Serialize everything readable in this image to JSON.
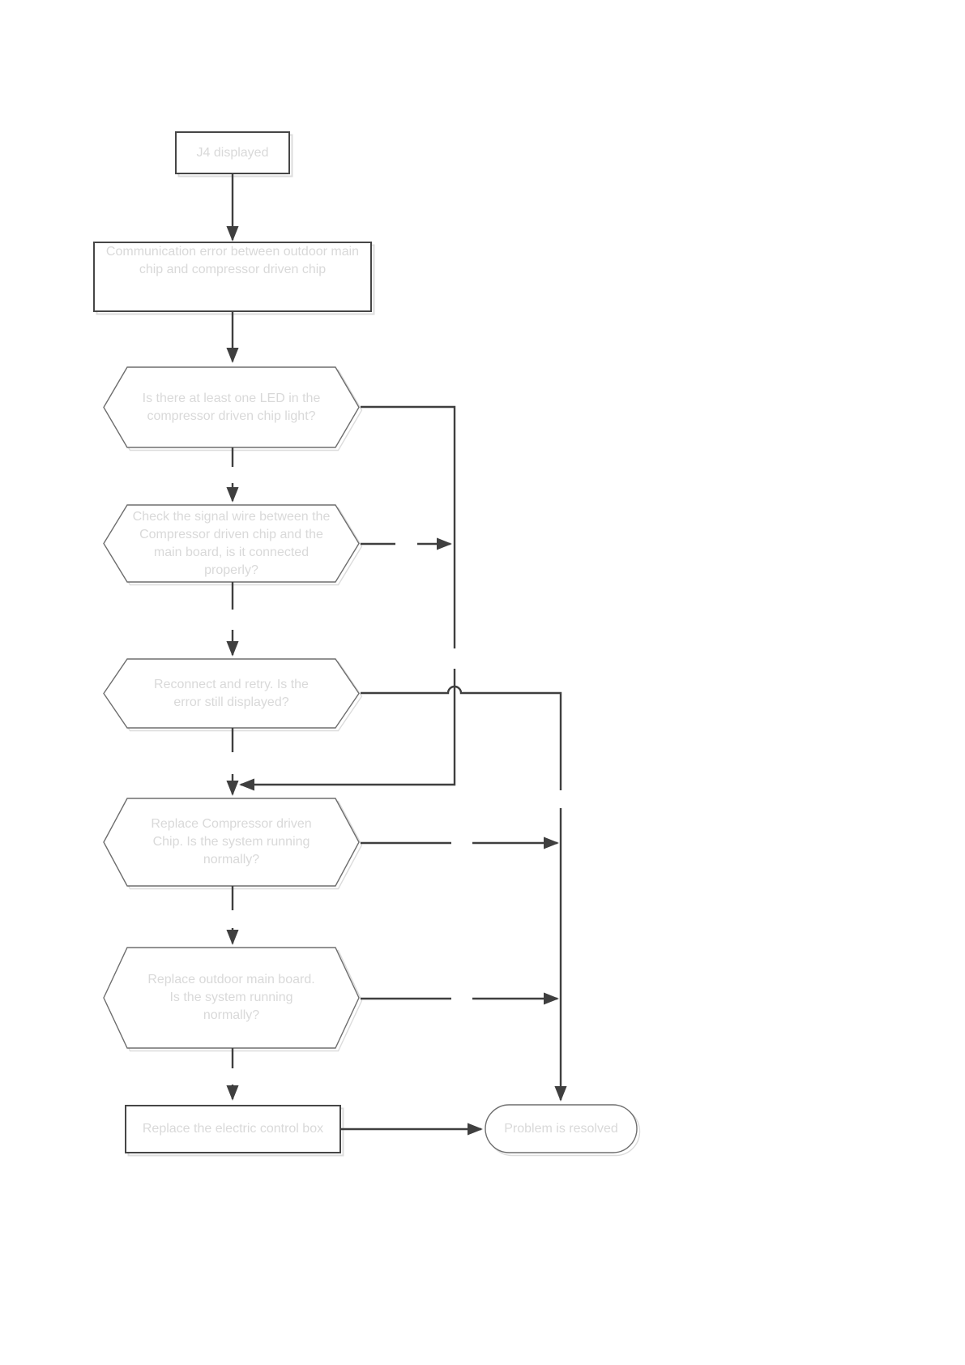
{
  "page": {
    "title": "Error J4 troubleshooting flowchart",
    "background": "#ffffff"
  },
  "colors": {
    "connector": "#3f3f3f",
    "border_dark": "#464646",
    "border_light": "#6e6e6e",
    "shadow": "#dcdcdc",
    "text": "#d9d9d9",
    "fill": "#ffffff",
    "page_bg": "#ffffff"
  },
  "nodes": {
    "start": {
      "type": "process",
      "label": "J4 displayed"
    },
    "error": {
      "type": "process",
      "label": "Communication error between outdoor main chip and compressor driven chip",
      "lines": [
        "Communication error between outdoor main",
        "chip and compressor driven chip"
      ]
    },
    "led_check": {
      "type": "decision",
      "label": "Is there at least one LED in the compressor driven chip light?",
      "lines": [
        "Is there at least one LED in the",
        "compressor driven chip light?"
      ]
    },
    "signal_wire_check": {
      "type": "decision",
      "label": "Check the signal wire between the Compressor driven chip and the main board, is it connected properly?",
      "lines": [
        "Check the signal wire between the",
        "Compressor driven chip and the",
        "main board, is it connected",
        "properly?"
      ]
    },
    "reconnect_retry": {
      "type": "decision",
      "label": "Reconnect and retry. Is the error still displayed?",
      "lines": [
        "Reconnect and retry. Is the",
        "error still displayed?"
      ]
    },
    "replace_chip": {
      "type": "decision",
      "label": "Replace Compressor driven Chip. Is the system running normally?",
      "lines": [
        "Replace Compressor driven",
        "Chip. Is the system running",
        "normally?"
      ]
    },
    "replace_main_board": {
      "type": "decision",
      "label": "Replace outdoor main board. Is the system running normally?",
      "lines": [
        "Replace outdoor main board.",
        "Is the system running",
        "normally?"
      ]
    },
    "replace_control_box": {
      "type": "process",
      "label": "Replace the electric control box"
    },
    "resolved": {
      "type": "terminator",
      "label": "Problem is resolved"
    }
  },
  "edges": [
    {
      "from": "start",
      "to": "error",
      "style": "solid"
    },
    {
      "from": "error",
      "to": "led_check",
      "style": "solid"
    },
    {
      "from": "led_check",
      "to": "signal_wire_check",
      "style": "dashed"
    },
    {
      "from": "signal_wire_check",
      "to": "reconnect_retry",
      "style": "dashed"
    },
    {
      "from": "reconnect_retry",
      "to": "replace_chip",
      "style": "dashed"
    },
    {
      "from": "replace_chip",
      "to": "replace_main_board",
      "style": "dashed"
    },
    {
      "from": "replace_main_board",
      "to": "replace_control_box",
      "style": "dashed"
    },
    {
      "from": "led_check",
      "to": "replace_chip",
      "style": "solid-elbow-right"
    },
    {
      "from": "signal_wire_check",
      "to": "replace_chip",
      "style": "dashed-join-right"
    },
    {
      "from": "reconnect_retry",
      "to": "resolved",
      "style": "solid-elbow-right"
    },
    {
      "from": "replace_chip",
      "to": "resolved",
      "style": "dashed-join-right"
    },
    {
      "from": "replace_main_board",
      "to": "resolved",
      "style": "dashed-join-right"
    },
    {
      "from": "replace_control_box",
      "to": "resolved",
      "style": "solid"
    }
  ]
}
